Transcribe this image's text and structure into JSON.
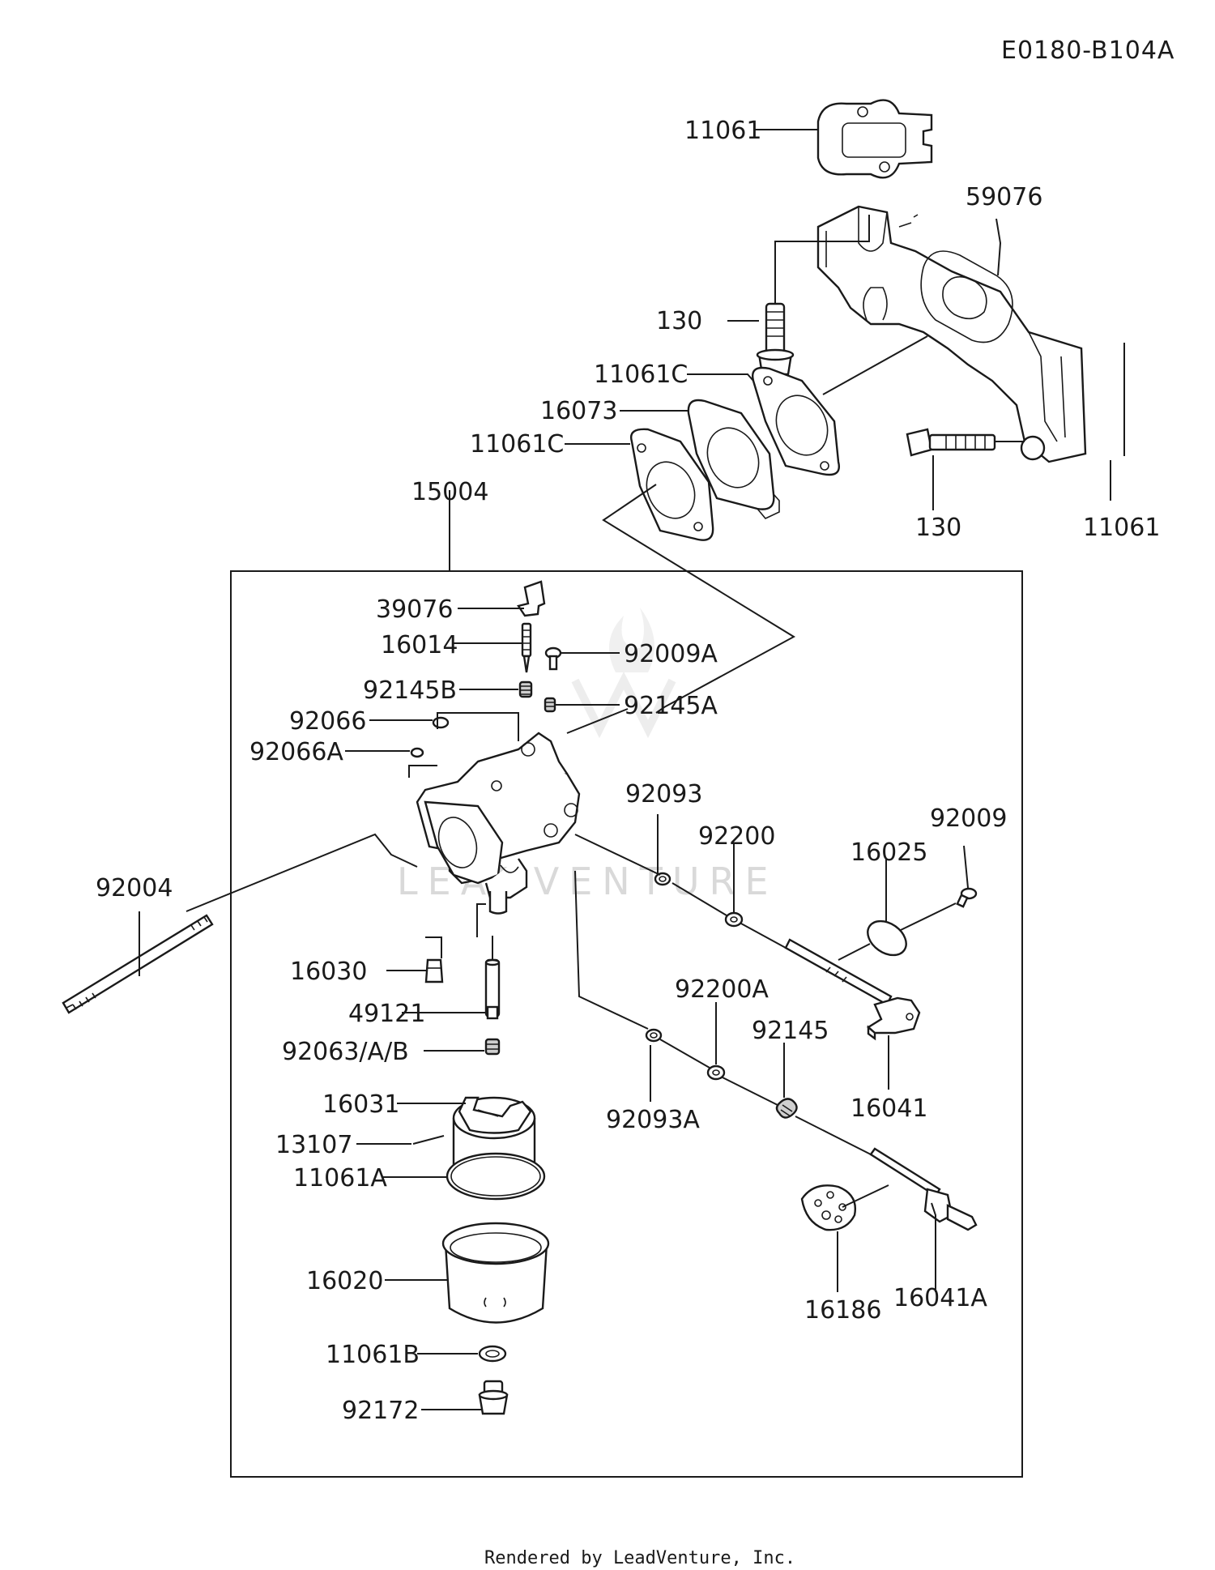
{
  "diagram": {
    "reference_code": "E0180-B104A",
    "footer": "Rendered by LeadVenture, Inc.",
    "watermark": "LEADVENTURE",
    "part_labels": [
      "11061",
      "59076",
      "130",
      "11061C",
      "16073",
      "11061C",
      "130",
      "11061",
      "15004",
      "39076",
      "16014",
      "92009A",
      "92145B",
      "92145A",
      "92066",
      "92066A",
      "92093",
      "92200",
      "92009",
      "16025",
      "92004",
      "16030",
      "49121",
      "92063/A/B",
      "92200A",
      "92145",
      "16041",
      "16031",
      "13107",
      "11061A",
      "92093A",
      "16186",
      "16041A",
      "16020",
      "11061B",
      "92172"
    ]
  }
}
